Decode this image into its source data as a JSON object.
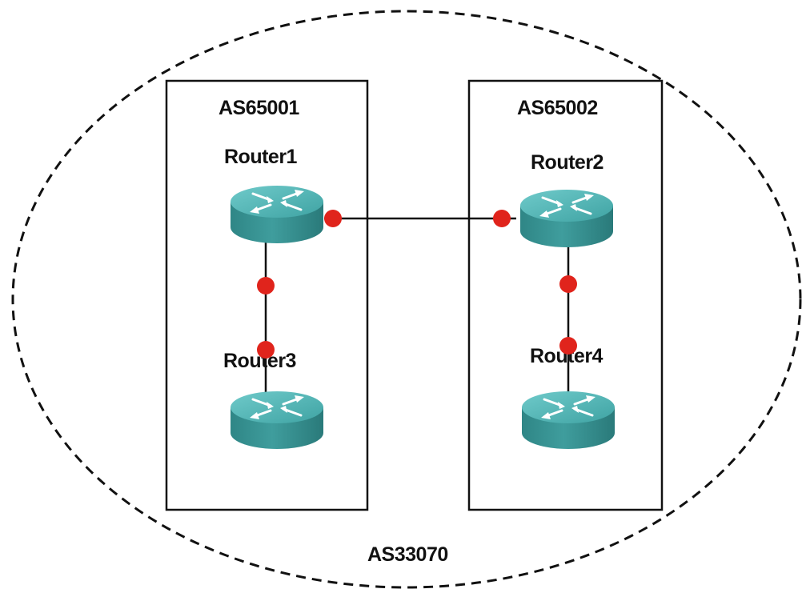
{
  "confederation": {
    "label": "AS33070"
  },
  "sub_as": [
    {
      "label": "AS65001"
    },
    {
      "label": "AS65002"
    }
  ],
  "routers": [
    {
      "label": "Router1"
    },
    {
      "label": "Router2"
    },
    {
      "label": "Router3"
    },
    {
      "label": "Router4"
    }
  ],
  "links": [
    {
      "from": "Router1",
      "to": "Router2"
    },
    {
      "from": "Router1",
      "to": "Router3"
    },
    {
      "from": "Router2",
      "to": "Router4"
    }
  ],
  "colors": {
    "router_body": "#3e9a9a",
    "router_top": "#5fc0c0",
    "interface_dot": "#e0241c",
    "line": "#111111"
  }
}
